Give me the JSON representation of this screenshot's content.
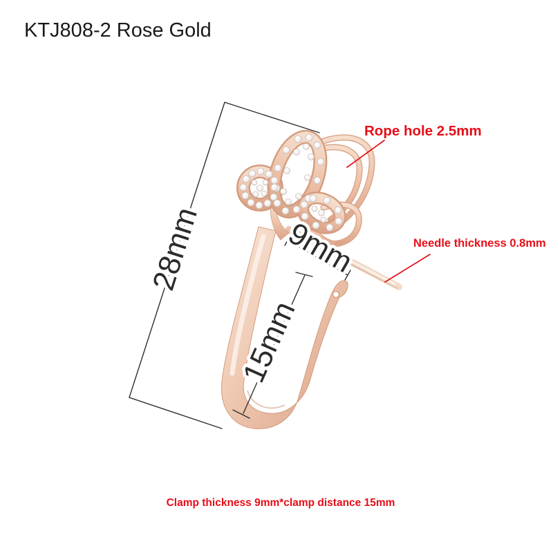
{
  "title": "KTJ808-2 Rose Gold",
  "annotations": {
    "rope_hole": "Rope hole 2.5mm",
    "needle": "Needle thickness 0.8mm",
    "clamp": "Clamp thickness 9mm*clamp distance 15mm"
  },
  "dimensions": {
    "height": "28mm",
    "width": "9mm",
    "clamp_distance": "15mm"
  },
  "colors": {
    "annotation_red": "#e60e18",
    "dimension_line": "#2e2e2e",
    "title_text": "#1a1a1a",
    "rose_gold_light": "#f8e8dc",
    "rose_gold_mid": "#eec6af",
    "rose_gold_dark": "#d49d80",
    "background": "#ffffff"
  }
}
